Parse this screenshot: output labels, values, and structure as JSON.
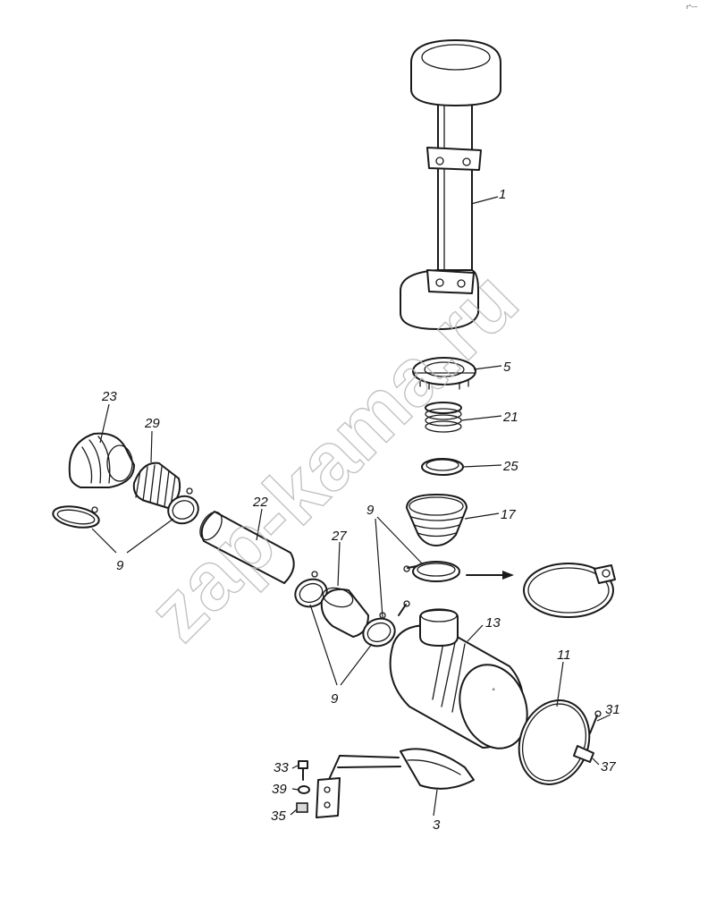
{
  "watermark": "zap-kama.ru",
  "corner_mark": "r°---",
  "labels": {
    "l1": "1",
    "l5": "5",
    "l21": "21",
    "l25": "25",
    "l17": "17",
    "l23": "23",
    "l29": "29",
    "l22": "22",
    "l27": "27",
    "l9a": "9",
    "l9b": "9",
    "l9c": "9",
    "l13": "13",
    "l11": "11",
    "l31": "31",
    "l37": "37",
    "l33": "33",
    "l39": "39",
    "l35": "35",
    "l3": "3"
  }
}
